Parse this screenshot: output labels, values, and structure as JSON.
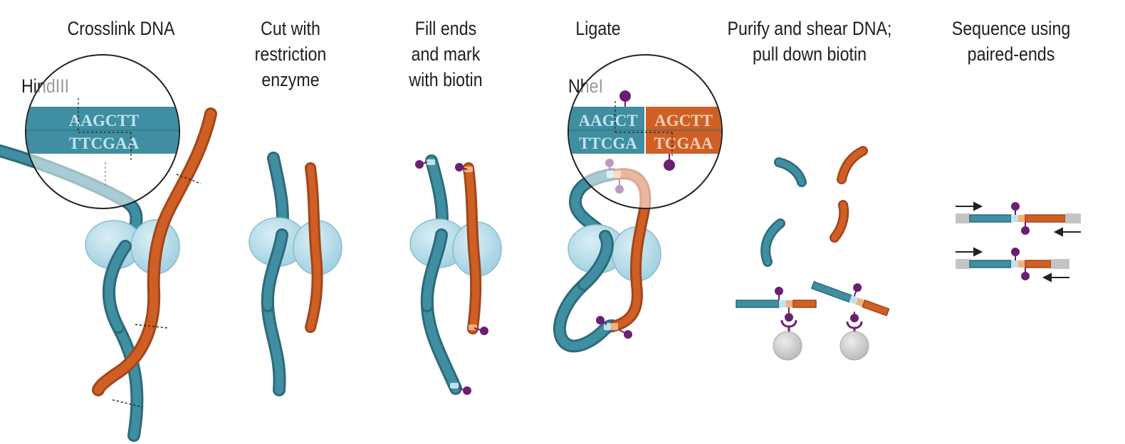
{
  "steps": [
    {
      "id": "crosslink",
      "title_lines": [
        "Crosslink DNA"
      ]
    },
    {
      "id": "cut",
      "title_lines": [
        "Cut with",
        "restriction",
        "enzyme"
      ]
    },
    {
      "id": "fill",
      "title_lines": [
        "Fill ends",
        "and mark",
        "with biotin"
      ]
    },
    {
      "id": "ligate",
      "title_lines": [
        "Ligate"
      ]
    },
    {
      "id": "purify",
      "title_lines": [
        "Purify and shear DNA;",
        "pull down biotin"
      ]
    },
    {
      "id": "sequence",
      "title_lines": [
        "Sequence using",
        "paired-ends"
      ]
    }
  ],
  "callouts": {
    "hindiii": {
      "label": "HindIII",
      "top": "AAGCTT",
      "bottom": "TTCGAA"
    },
    "nhei": {
      "label": "NheI",
      "left_top": "AAGCT",
      "left_bottom": "TTCGA",
      "right_top": "AGCTT",
      "right_bottom": "TCGAA"
    }
  },
  "colors": {
    "teal": "#3f8ea1",
    "teal_dark": "#2c6b7a",
    "orange": "#cf5f25",
    "orange_dark": "#a4451a",
    "biotin": "#6b1f72",
    "protein": "#b6dbe8",
    "bead": "#c9c9c9",
    "light_cyan": "#bfe3ee"
  }
}
